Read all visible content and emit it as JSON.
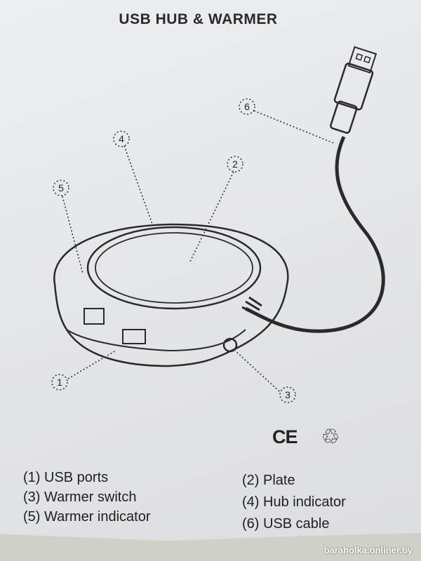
{
  "title": "USB HUB & WARMER",
  "callouts": [
    "1",
    "2",
    "3",
    "4",
    "5",
    "6"
  ],
  "legend": {
    "left": [
      "(1) USB ports",
      "(3) Warmer switch",
      "(5) Warmer indicator"
    ],
    "right": [
      "(2) Plate",
      "(4) Hub indicator",
      "(6) USB cable"
    ]
  },
  "marks": {
    "ce": "CE",
    "recycle_icon": "♲"
  },
  "watermark": "baraholka.onliner.by"
}
